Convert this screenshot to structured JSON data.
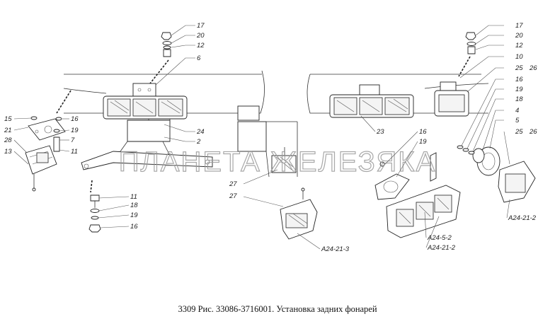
{
  "diagram": {
    "caption": "3309 Рис. 33086-3716001. Установка задних фонарей",
    "watermark": "ПЛАНЕТА ЖЕЛЕЗЯКА",
    "labels": {
      "l_17a": "17",
      "l_20a": "20",
      "l_12a": "12",
      "l_6": "6",
      "l_24": "24",
      "l_2": "2",
      "l_15": "15",
      "l_16a": "16",
      "l_21": "21",
      "l_19a": "19",
      "l_7": "7",
      "l_28": "28",
      "l_13": "13",
      "l_11a": "11",
      "l_11b": "11",
      "l_18a": "18",
      "l_19b": "19",
      "l_16b": "16",
      "l_27a": "27",
      "l_27b": "27",
      "l_a24213": "А24-21-3",
      "l_17b": "17",
      "l_20b": "20",
      "l_12b": "12",
      "l_10": "10",
      "l_25a": "25",
      "l_26a": "26",
      "l_16c": "16",
      "l_19c": "19",
      "l_18b": "18",
      "l_4": "4",
      "l_5": "5",
      "l_25b": "25",
      "l_26b": "26",
      "l_23": "23",
      "l_16d": "16",
      "l_19d": "19",
      "l_a2452": "А24-5-2",
      "l_a24212a": "А24-21-2",
      "l_a24212b": "А24-21-2"
    }
  }
}
